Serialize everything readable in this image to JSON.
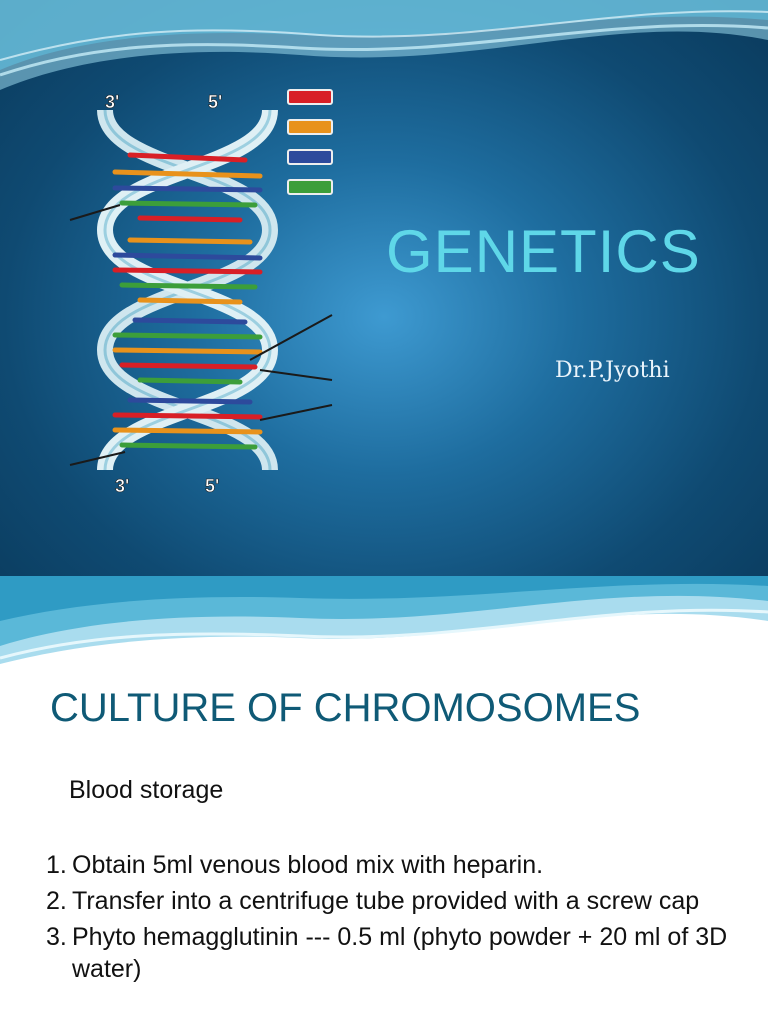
{
  "slide1": {
    "title": "GENETICS",
    "author": "Dr.P.Jyothi",
    "helix_labels": {
      "top_left": "3'",
      "top_right": "5'",
      "bottom_left": "3'",
      "bottom_right": "5'"
    },
    "legend_colors": [
      "#d81f26",
      "#e8921c",
      "#2d4a9c",
      "#3c9e3a"
    ]
  },
  "slide2": {
    "heading": "CULTURE  OF CHROMOSOMES",
    "subheading": "Blood storage",
    "steps": [
      {
        "num": "1.",
        "text": "Obtain 5ml venous blood mix with heparin."
      },
      {
        "num": "2.",
        "text": "Transfer into a centrifuge tube provided  with a screw cap"
      },
      {
        "num": "3.",
        "text": "Phyto hemagglutinin  --- 0.5 ml  (phyto powder + 20 ml      of  3D water)"
      }
    ]
  }
}
